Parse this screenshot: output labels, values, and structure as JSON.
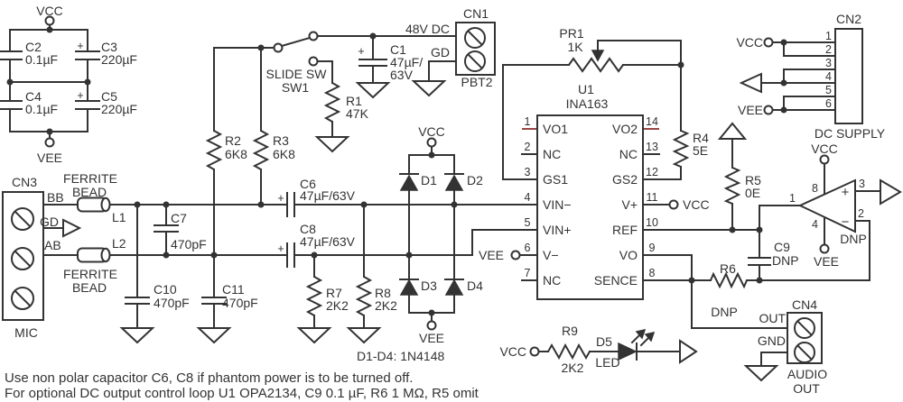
{
  "colors": {
    "ink": "#333333",
    "highlight_pin": "#994444"
  },
  "sym": {
    "plus": "+",
    "minus": "−"
  },
  "supply_caps": {
    "vcc": "VCC",
    "vee": "VEE",
    "c2": "C2",
    "c2_val": "0.1µF",
    "c3": "C3",
    "c3_val": "220µF",
    "c4": "C4",
    "c4_val": "0.1µF",
    "c5": "C5",
    "c5_val": "220µF"
  },
  "phantom": {
    "rail_label": "48V DC",
    "sw_label": "SLIDE SW",
    "sw_ref": "SW1",
    "r1": "R1",
    "r1_val": "47K",
    "r2": "R2",
    "r2_val": "6K8",
    "r3": "R3",
    "r3_val": "6K8",
    "c1": "C1",
    "c1_val1": "47µF/",
    "c1_val2": "63V",
    "cn1": "CN1",
    "cn1_type": "PBT2",
    "gd": "GD"
  },
  "mic": {
    "cn3": "CN3",
    "label": "MIC",
    "bb": "BB",
    "gd": "GD",
    "ab": "AB",
    "ferrite": "FERRITE",
    "bead": "BEAD",
    "l1": "L1",
    "l2": "L2",
    "c7": "C7",
    "c7_val": "470pF",
    "c10": "C10",
    "c10_val": "470pF",
    "c11": "C11",
    "c11_val": "470pF"
  },
  "coupling": {
    "c6": "C6",
    "c6_val": "47µF/63V",
    "c8": "C8",
    "c8_val": "47µF/63V",
    "r7": "R7",
    "r7_val": "2K2",
    "r8": "R8",
    "r8_val": "2K2"
  },
  "clamp": {
    "vcc": "VCC",
    "vee": "VEE",
    "d1": "D1",
    "d2": "D2",
    "d3": "D3",
    "d4": "D4",
    "note": "D1-D4: 1N4148"
  },
  "u1": {
    "ref": "U1",
    "part": "INA163",
    "vcc": "VCC",
    "vee": "VEE",
    "left": [
      {
        "n": "1",
        "label": "VO1"
      },
      {
        "n": "2",
        "label": "NC"
      },
      {
        "n": "3",
        "label": "GS1"
      },
      {
        "n": "4",
        "label": "VIN−"
      },
      {
        "n": "5",
        "label": "VIN+"
      },
      {
        "n": "6",
        "label": "V−"
      },
      {
        "n": "7",
        "label": "NC"
      }
    ],
    "right": [
      {
        "n": "14",
        "label": "VO2"
      },
      {
        "n": "13",
        "label": "NC"
      },
      {
        "n": "12",
        "label": "GS2"
      },
      {
        "n": "11",
        "label": "V+"
      },
      {
        "n": "10",
        "label": "REF"
      },
      {
        "n": "9",
        "label": "VO"
      },
      {
        "n": "8",
        "label": "SENCE"
      }
    ]
  },
  "gain": {
    "pr1": "PR1",
    "pr1_val": "1K",
    "r4": "R4",
    "r4_val": "5E"
  },
  "ref_net": {
    "r5": "R5",
    "r5_val": "0E"
  },
  "opamp": {
    "vcc": "VCC",
    "vee": "VEE",
    "pin8": "8",
    "pin4": "4",
    "pin1": "1",
    "pin3": "3",
    "pin2": "2",
    "dnp": "DNP",
    "c9": "C9",
    "c9_val": "DNP",
    "r6": "R6",
    "r6_val": "DNP"
  },
  "cn2": {
    "ref": "CN2",
    "label": "DC SUPPLY",
    "vcc": "VCC",
    "vee": "VEE",
    "pins": [
      "1",
      "2",
      "3",
      "4",
      "5",
      "6"
    ]
  },
  "cn4": {
    "ref": "CN4",
    "out": "OUT",
    "gnd": "GND",
    "label1": "AUDIO",
    "label2": "OUT"
  },
  "led": {
    "vcc": "VCC",
    "r9": "R9",
    "r9_val": "2K2",
    "d5": "D5",
    "d5_type": "LED"
  },
  "notes": {
    "line1": "Use non polar capacitor C6, C8 if phantom power is to be turned off.",
    "line2": "For optional DC output control loop U1 OPA2134, C9 0.1 µF, R6 1 MΩ, R5 omit"
  }
}
